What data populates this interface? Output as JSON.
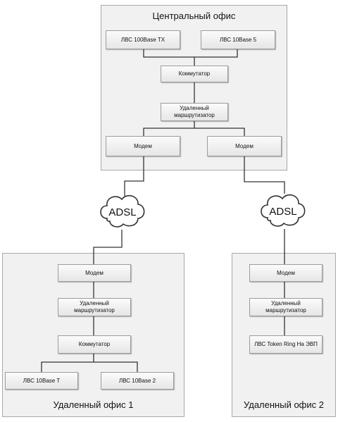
{
  "central_office": {
    "title": "Центральный офис",
    "lan_a": "ЛВС 100Base TX",
    "lan_b": "ЛВС 10Base 5",
    "switch": "Коммутатор",
    "router": "Удаленный маршрутизатор",
    "modem_left": "Модем",
    "modem_right": "Модем"
  },
  "links": {
    "cloud_left": "ADSL",
    "cloud_right": "ADSL"
  },
  "remote_office_1": {
    "title": "Удаленный офис 1",
    "modem": "Модем",
    "router": "Удаленный маршрутизатор",
    "switch": "Коммутатор",
    "lan_a": "ЛВС 10Base T",
    "lan_b": "ЛВС 10Base 2"
  },
  "remote_office_2": {
    "title": "Удаленный офис 2",
    "modem": "Модем",
    "router": "Удаленный маршрутизатор",
    "lan": "ЛВС Token Ring На ЭВП"
  }
}
